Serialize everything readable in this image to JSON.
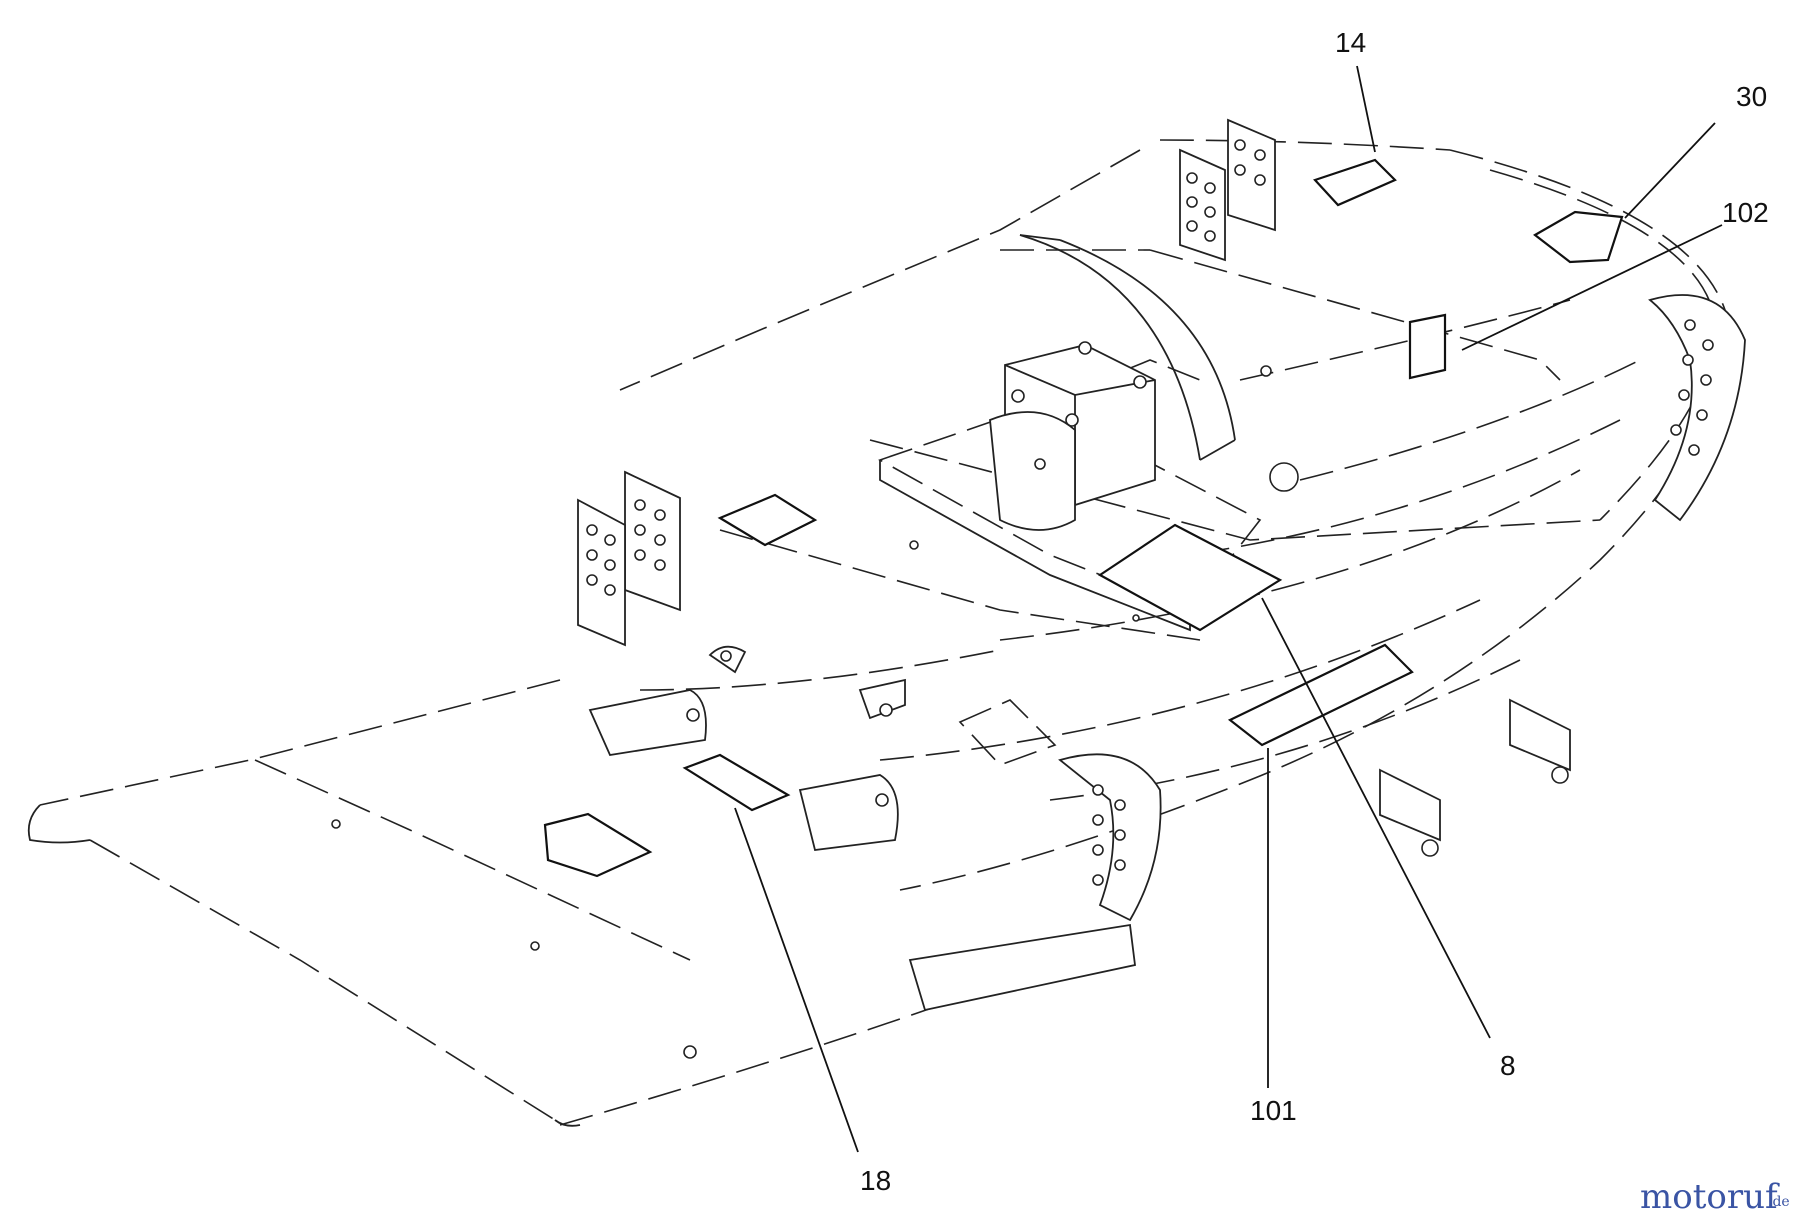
{
  "callouts": [
    {
      "id": "14",
      "label": "14"
    },
    {
      "id": "30",
      "label": "30"
    },
    {
      "id": "102",
      "label": "102"
    },
    {
      "id": "8",
      "label": "8"
    },
    {
      "id": "101",
      "label": "101"
    },
    {
      "id": "18",
      "label": "18"
    }
  ],
  "watermark": {
    "text_main": "motoruf",
    "text_suffix": ".de"
  },
  "colors": {
    "line": "#222222",
    "background": "#ffffff",
    "watermark_blue": "#3a54a4",
    "watermark_orange": "#e0902a"
  }
}
